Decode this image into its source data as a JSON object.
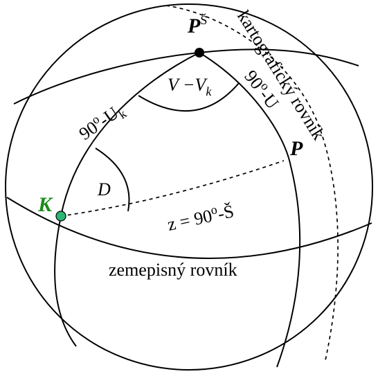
{
  "labels": {
    "pole": "P",
    "pole_sup": "Š",
    "kart_equator": "kartografický rovník",
    "arc_uk_main": "90",
    "arc_uk_o": "o",
    "arc_uk_rest": "-U",
    "arc_uk_sub": "k",
    "angle_top_main": "V −V",
    "angle_top_sub": "k",
    "arc_u_main": "90",
    "arc_u_o": "o",
    "arc_u_rest": "-U",
    "point_p": "P",
    "point_k": "K",
    "angle_d": "D",
    "dist_main": "z = 90",
    "dist_o": "o",
    "dist_rest": "-Š",
    "geo_equator": "zemepisný rovník"
  },
  "colors": {
    "outline": "#000000",
    "point_k": "#2ab673",
    "label_k": "#1a8a1a",
    "pole_dot": "#000000"
  }
}
